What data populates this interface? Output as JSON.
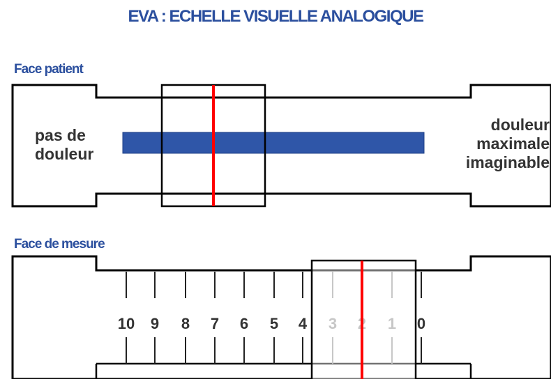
{
  "title": "EVA : ECHELLE VISUELLE ANALOGIQUE",
  "patient_face": {
    "label": "Face patient",
    "left_text": [
      "pas de",
      "douleur"
    ],
    "right_text": [
      "douleur",
      "maximale",
      "imaginable"
    ],
    "bar_color": "#2f56a8",
    "cursor_color": "#ff0000"
  },
  "measure_face": {
    "label": "Face de mesure",
    "scale": [
      "10",
      "9",
      "8",
      "7",
      "6",
      "5",
      "4",
      "3",
      "2",
      "1",
      "0"
    ],
    "cursor_value": 2,
    "cursor_color": "#ff0000"
  },
  "colors": {
    "title": "#2b4f9e",
    "outline": "#000000",
    "tick_dark": "#222222",
    "tick_dim": "#999999"
  }
}
